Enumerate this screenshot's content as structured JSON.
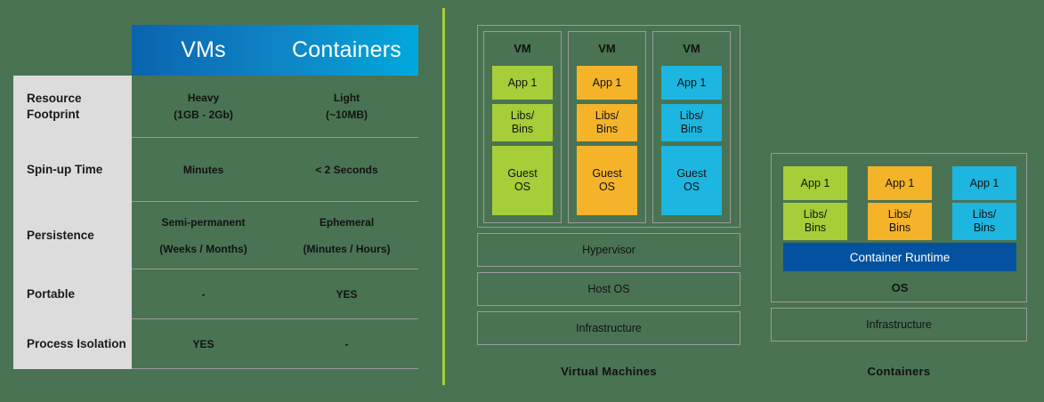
{
  "background_color": "#4a7353",
  "divider_color": "#a6ce39",
  "palette": {
    "green": "#a6ce39",
    "orange": "#f5b32a",
    "cyan": "#1cb6e0",
    "runtime_blue": "#04529f",
    "header_gradient_start": "#0b6cb5",
    "header_gradient_end": "#00a8dd",
    "label_cell_gray": "#dcdcdc",
    "rule_gray": "#9a9a9a"
  },
  "table": {
    "columns": [
      "VMs",
      "Containers"
    ],
    "rows": [
      {
        "label": "Resource Footprint",
        "vms": [
          "Heavy",
          "(1GB - 2Gb)"
        ],
        "containers": [
          "Light",
          "(~10MB)"
        ]
      },
      {
        "label": "Spin-up Time",
        "vms": [
          "Minutes"
        ],
        "containers": [
          "< 2 Seconds"
        ]
      },
      {
        "label": "Persistence",
        "vms": [
          "Semi-permanent",
          "(Weeks / Months)"
        ],
        "containers": [
          "Ephemeral",
          "(Minutes / Hours)"
        ]
      },
      {
        "label": "Portable",
        "vms": [
          "-"
        ],
        "containers": [
          "YES"
        ]
      },
      {
        "label": "Process Isolation",
        "vms": [
          "YES"
        ],
        "containers": [
          "-"
        ]
      }
    ]
  },
  "vm_diagram": {
    "caption": "Virtual Machines",
    "columns": [
      {
        "title": "VM",
        "app": "App 1",
        "libs": "Libs/ Bins",
        "guest_os": "Guest OS",
        "color": "#a6ce39"
      },
      {
        "title": "VM",
        "app": "App 1",
        "libs": "Libs/ Bins",
        "guest_os": "Guest OS",
        "color": "#f5b32a"
      },
      {
        "title": "VM",
        "app": "App 1",
        "libs": "Libs/ Bins",
        "guest_os": "Guest OS",
        "color": "#1cb6e0"
      }
    ],
    "layers": [
      {
        "label": "Hypervisor"
      },
      {
        "label": "Host OS"
      },
      {
        "label": "Infrastructure"
      }
    ]
  },
  "container_diagram": {
    "caption": "Containers",
    "columns": [
      {
        "app": "App 1",
        "libs": "Libs/ Bins",
        "color": "#a6ce39"
      },
      {
        "app": "App 1",
        "libs": "Libs/ Bins",
        "color": "#f5b32a"
      },
      {
        "app": "App 1",
        "libs": "Libs/ Bins",
        "color": "#1cb6e0"
      }
    ],
    "runtime_label": "Container Runtime",
    "os_label": "OS",
    "infrastructure_label": "Infrastructure"
  }
}
